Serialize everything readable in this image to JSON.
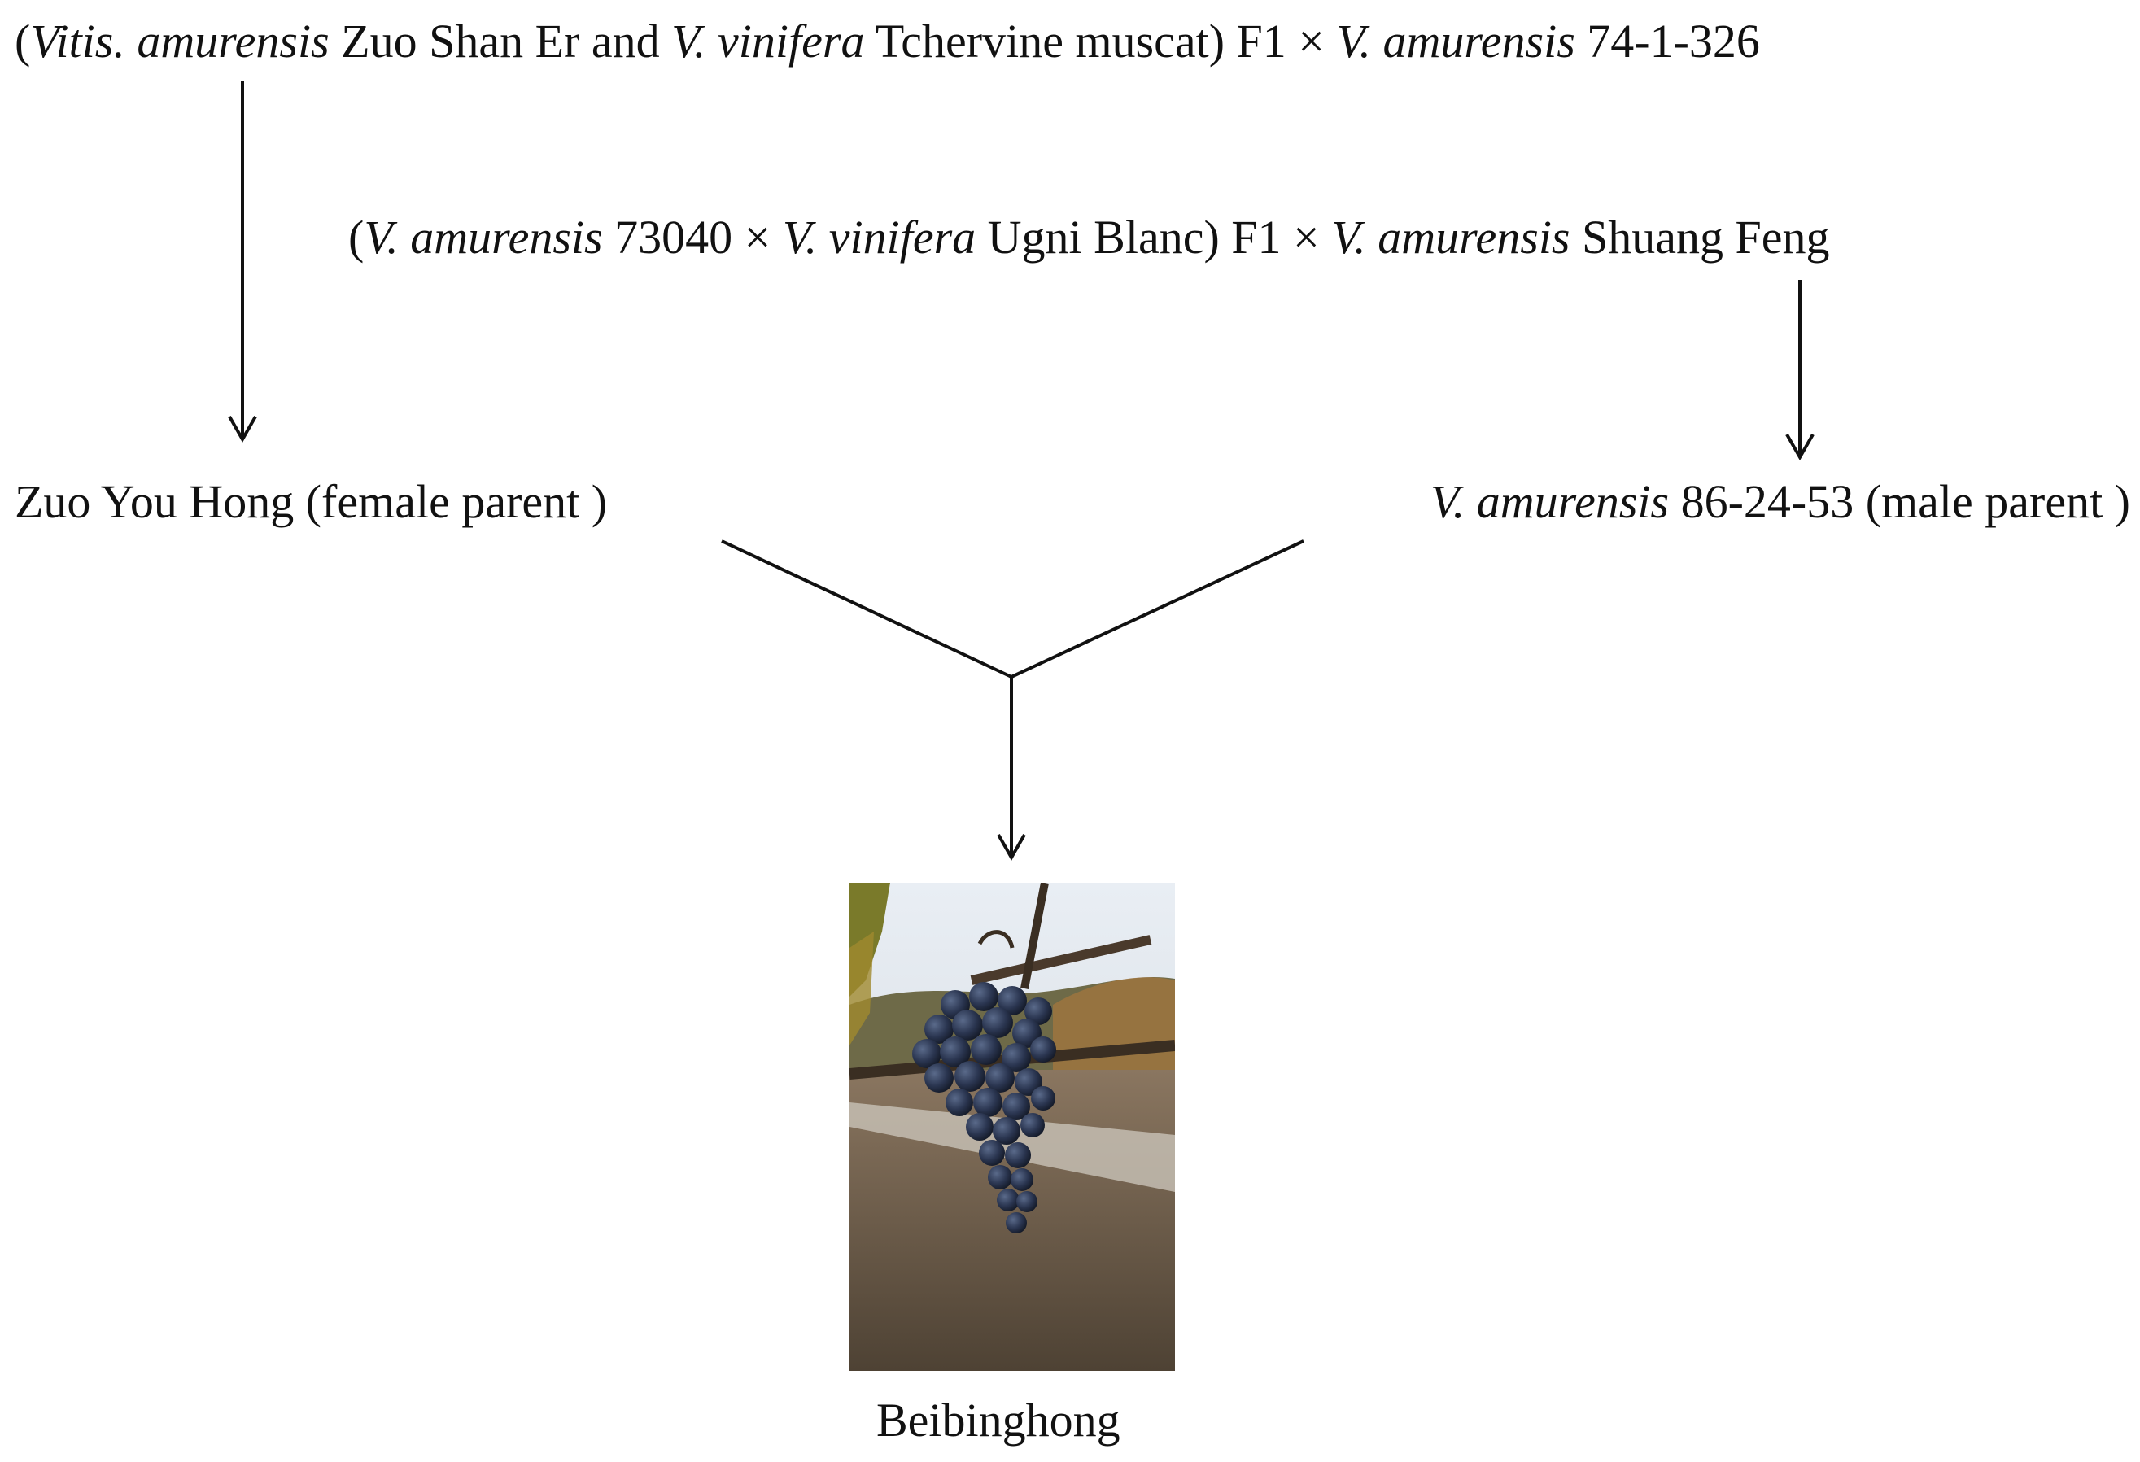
{
  "diagram": {
    "cross_top": {
      "p1": "(",
      "p2": "Vitis. amurensis",
      "p3": " Zuo Shan Er and ",
      "p4": "V. vinifera",
      "p5": " Tchervine muscat) F1 × ",
      "p6": "V. amurensis",
      "p7": " 74-1-326"
    },
    "cross_mid": {
      "p1": "(",
      "p2": "V. amurensis",
      "p3": " 73040 × ",
      "p4": "V. vinifera",
      "p5": " Ugni Blanc) F1 × ",
      "p6": "V. amurensis",
      "p7": " Shuang Feng"
    },
    "female_parent": "Zuo You Hong (female parent )",
    "male_parent": {
      "p1": "V. amurensis",
      "p2": " 86-24-53 (male parent )"
    },
    "offspring_label": "Beibinghong"
  },
  "colors": {
    "line": "#111111",
    "sky": "#dfe6ee",
    "hill": "#6e6a48",
    "ground": "#6b5a44",
    "grapes": "#2a3550"
  }
}
